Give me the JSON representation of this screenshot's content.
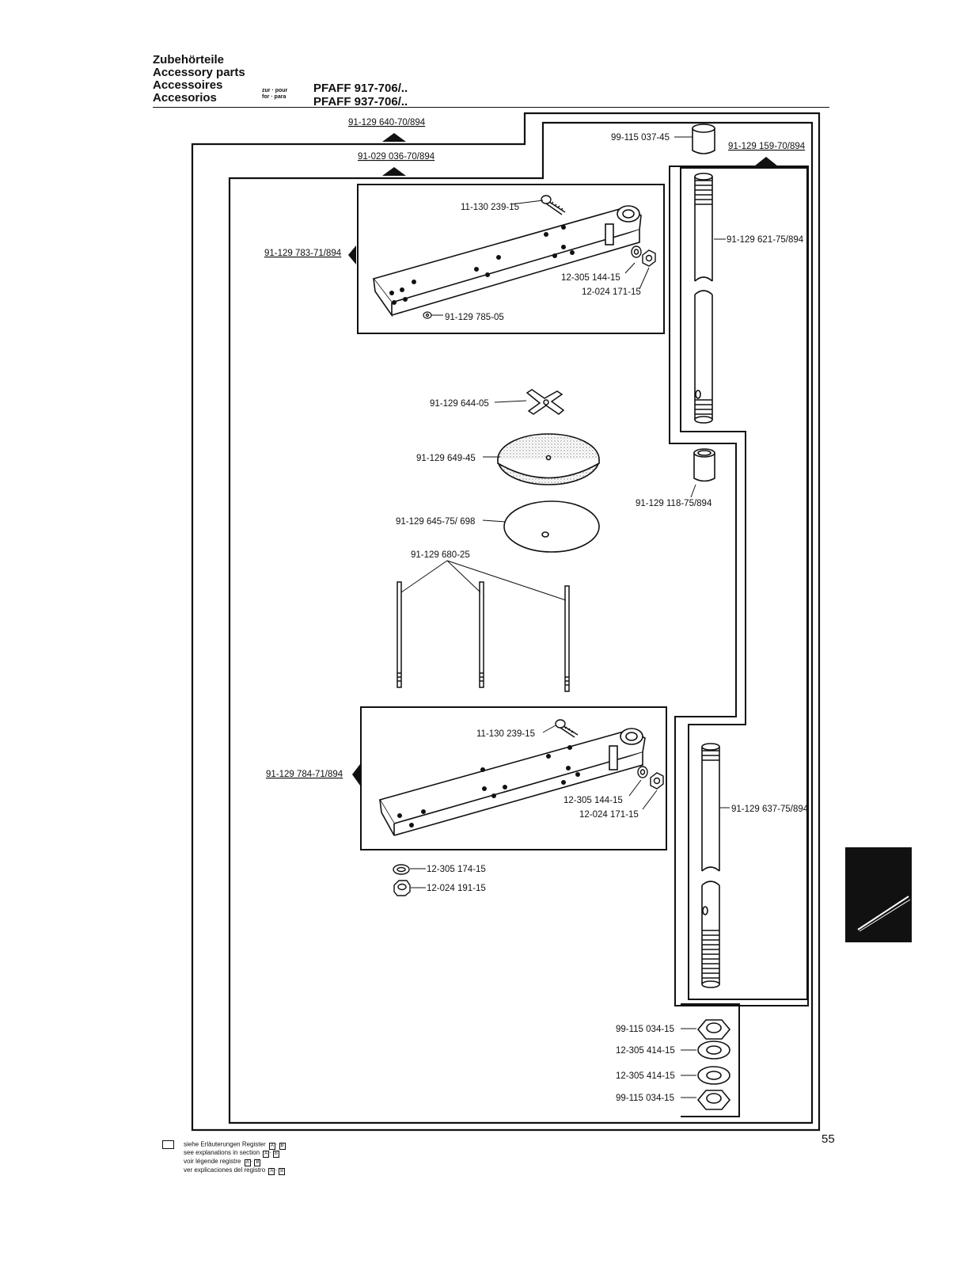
{
  "header": {
    "titles": [
      "Zubehörteile",
      "Accessory parts",
      "Accessoires",
      "Accesorios"
    ],
    "prep_line1": "zur · pour",
    "prep_line2": "for · para",
    "model_1": "PFAFF 917-706/..",
    "model_2": "PFAFF 937-706/.."
  },
  "assemblies": {
    "outer": "91-129 640-70/894",
    "inner": "91-029 036-70/894",
    "top_bar": "91-129 783-71/894",
    "bottom_bar": "91-129 784-71/894",
    "right_column": "91-129 159-70/894"
  },
  "parts": {
    "cap": "99-115 037-45",
    "screw_top": "11-130 239-15",
    "washer_top": "12-305 144-15",
    "nut_top": "12-024 171-15",
    "pin_top": "91-129 785-05",
    "tube_upper": "91-129 621-75/894",
    "cross": "91-129 644-05",
    "disc_felt": "91-129 649-45",
    "disc_plate": "91-129 645-75/ 698",
    "rods": "91-129 680-25",
    "sleeve": "91-129 118-75/894",
    "screw_bottom": "11-130 239-15",
    "washer_bottom": "12-305 144-15",
    "nut_bottom": "12-024 171-15",
    "tube_lower": "91-129 637-75/894",
    "washer_loose": "12-305 174-15",
    "nut_loose": "12-024 191-15",
    "nut_stack_1": "99-115 034-15",
    "washer_stack_1": "12-305 414-15",
    "washer_stack_2": "12-305 414-15",
    "nut_stack_2": "99-115 034-15"
  },
  "footer": {
    "lines": [
      "siehe Erläuterungen Register",
      "see explanations in section",
      "voir légende registre",
      "ver explicaciones del registro"
    ],
    "reg_letter": "A",
    "reg_code": "B"
  },
  "page_number": "55",
  "colors": {
    "ink": "#111111",
    "paper": "#ffffff"
  }
}
